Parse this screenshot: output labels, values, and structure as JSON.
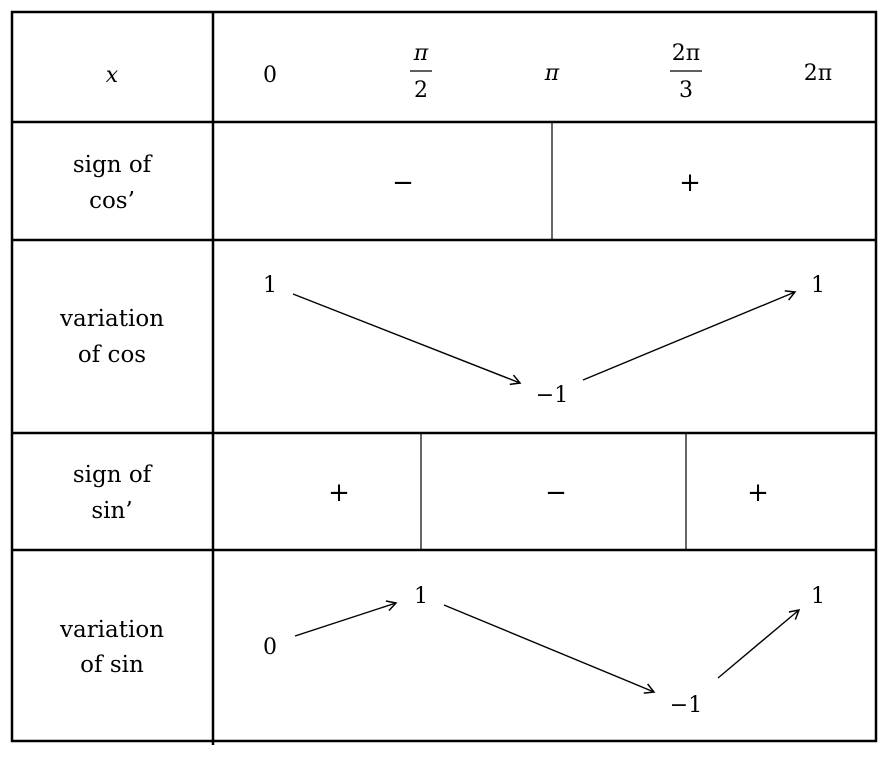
{
  "header": {
    "x_label": "x",
    "x_values": [
      {
        "type": "plain",
        "text": "0"
      },
      {
        "type": "frac",
        "num": "π",
        "den": "2"
      },
      {
        "type": "plain",
        "text": "π"
      },
      {
        "type": "frac",
        "num": "2π",
        "den": "3"
      },
      {
        "type": "plain",
        "text": "2π"
      }
    ]
  },
  "rows": {
    "sign_cos": {
      "label_line1": "sign of",
      "label_line2": "cos’",
      "signs": [
        "−",
        "+"
      ]
    },
    "var_cos": {
      "label_line1": "variation",
      "label_line2": "of cos",
      "values": [
        "1",
        "−1",
        "1"
      ]
    },
    "sign_sin": {
      "label_line1": "sign of",
      "label_line2": "sin’",
      "signs": [
        "+",
        "−",
        "+"
      ]
    },
    "var_sin": {
      "label_line1": "variation",
      "label_line2": "of sin",
      "values": [
        "0",
        "1",
        "−1",
        "1"
      ]
    }
  }
}
